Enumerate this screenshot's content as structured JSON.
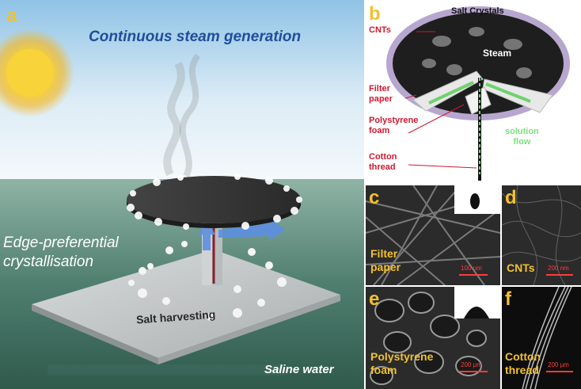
{
  "panel_a": {
    "letter": "a",
    "title": "Continuous steam generation",
    "edge_line1": "Edge-preferential",
    "edge_line2": "crystallisation",
    "salt_harvesting": "Salt harvesting",
    "saline_water": "Saline water"
  },
  "panel_b": {
    "letter": "b",
    "salt_crystals": "Salt Crystals",
    "cnts": "CNTs",
    "steam": "Steam",
    "filter_paper_1": "Filter",
    "filter_paper_2": "paper",
    "polystyrene_1": "Polystyrene",
    "polystyrene_2": "foam",
    "cotton_1": "Cotton",
    "cotton_2": "thread",
    "solution_1": "solution",
    "solution_2": "flow"
  },
  "panel_c": {
    "letter": "c",
    "label1": "Filter",
    "label2": "paper",
    "scale": "100 μm"
  },
  "panel_d": {
    "letter": "d",
    "label": "CNTs",
    "scale": "200 nm"
  },
  "panel_e": {
    "letter": "e",
    "label1": "Polystyrene",
    "label2": "foam",
    "scale": "200 μm"
  },
  "panel_f": {
    "letter": "f",
    "label1": "Cotton",
    "label2": "thread",
    "scale": "200 μm"
  },
  "colors": {
    "accent_yellow": "#f2c12e",
    "label_red": "#d0182f",
    "title_blue": "#1f4e9a",
    "flow_green": "#7fe07f"
  }
}
